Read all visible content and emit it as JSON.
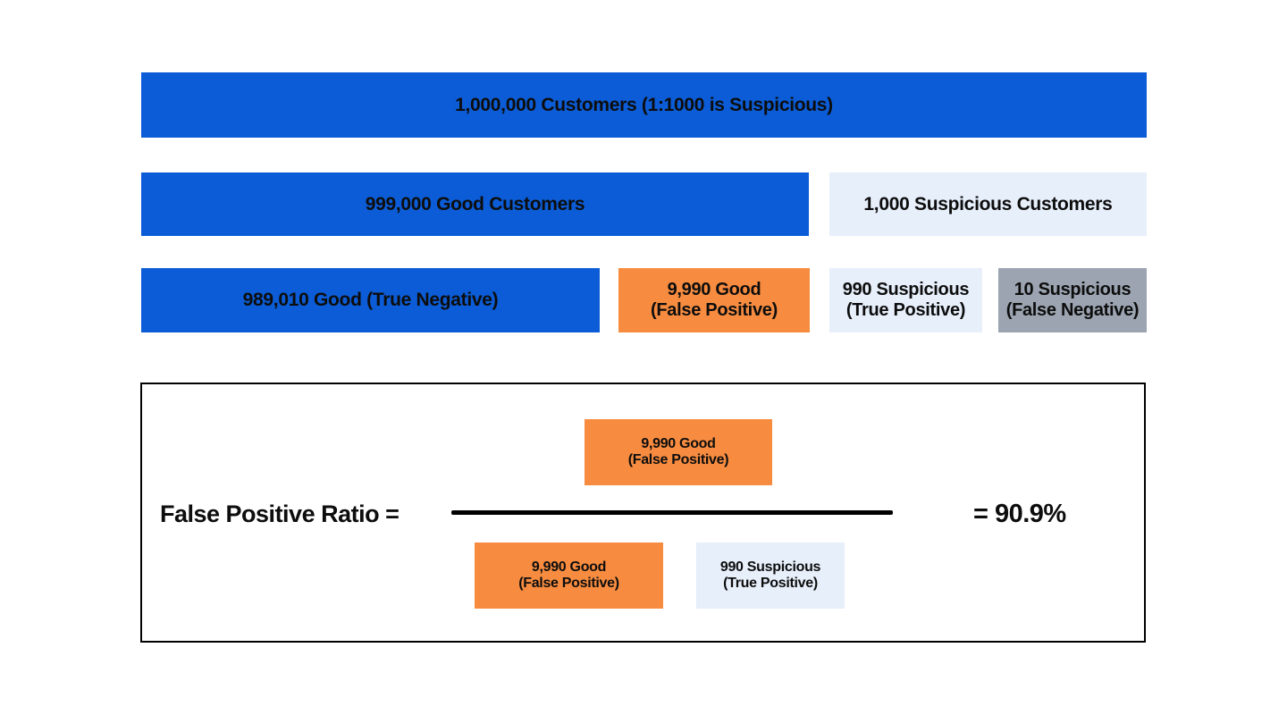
{
  "colors": {
    "primary_blue": "#0b5cd6",
    "light_blue": "#e7effb",
    "orange": "#f78c40",
    "gray": "#9ba4b0",
    "text_dark": "#0d0d0d",
    "line_black": "#000000"
  },
  "bars": {
    "all_customers": {
      "label": "1,000,000 Customers (1:1000 is Suspicious)"
    },
    "good_customers": {
      "label": "999,000 Good Customers"
    },
    "suspicious_customers": {
      "label": "1,000 Suspicious Customers"
    },
    "true_negative": {
      "label": "989,010 Good (True Negative)"
    },
    "false_positive": {
      "line1": "9,990 Good",
      "line2": "(False Positive)"
    },
    "true_positive": {
      "line1": "990 Suspicious",
      "line2": "(True Positive)"
    },
    "false_negative": {
      "line1": "10 Suspicious",
      "line2": "(False Negative)"
    }
  },
  "formula": {
    "label": "False Positive Ratio =",
    "numerator_false_positive": {
      "line1": "9,990 Good",
      "line2": "(False Positive)"
    },
    "denominator_false_positive": {
      "line1": "9,990 Good",
      "line2": "(False Positive)"
    },
    "denominator_true_positive": {
      "line1": "990 Suspicious",
      "line2": "(True Positive)"
    },
    "result": "= 90.9%"
  }
}
